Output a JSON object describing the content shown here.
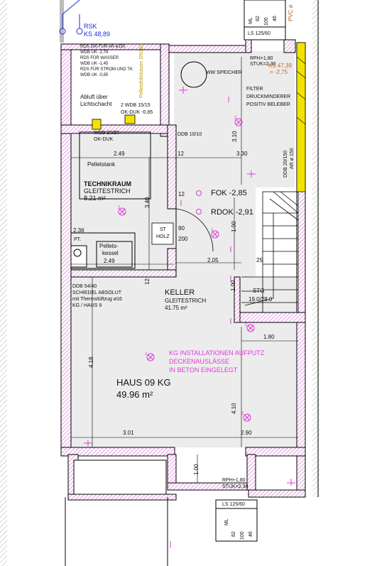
{
  "colors": {
    "wall_hatch": "#d874d8",
    "floor": "#ececec",
    "accent_magenta": "#e03ad8",
    "accent_blue": "#1a2dd8",
    "accent_brown": "#c0651a",
    "yellow": "#f2e200"
  },
  "top_left": {
    "rsk": "RSK",
    "ks": "KS 48,89"
  },
  "top_right": {
    "ml_label": "ML",
    "n82": "82",
    "n100": "100",
    "n46": "46",
    "ls": "LS 125/60",
    "pvc": "PVC ø"
  },
  "rds_notes": [
    "RDS 200 FÜR AR ø150",
    "WDB UK -2,78",
    "RDS FÜR WASSER",
    "WDB UK -1,45",
    "RDS FÜR STROM UND TK",
    "WDB UK -0,85"
  ],
  "pellet_nozzle": "Pelletsfüllstutzen DN100",
  "abluft": [
    "Abluft über",
    "Lichtschacht"
  ],
  "wdb_ok": "2 WDB 15/15",
  "ok_duk": "OK-DUK -0,85",
  "wdb25": [
    "WDB 25/25",
    "OK-DUK"
  ],
  "ddb10": "DDB 10/10",
  "rph_top": "RPH+1,80",
  "stuk_top": "STUK=2,30",
  "ks_top": [
    "KS 47,39",
    "= -2,75"
  ],
  "ww_speicher": "WW SPEICHER",
  "filter": [
    "FILTER",
    "DRUCKMINDERER",
    "POSITIV BELEBER"
  ],
  "ddb20": "DDB 20/150",
  "ar": "AR ø 150",
  "dims": {
    "d310": "3.10",
    "d330": "3.30",
    "d249a": "2.49",
    "d12a": "12",
    "d340": "3.40",
    "d12b": "12",
    "d100a": "1.00",
    "d90": "90",
    "d200": "200",
    "d236": "2.36",
    "d249b": "2.49",
    "d12c": "12",
    "d205": "2.05",
    "d25": "25",
    "d100b": "1.00",
    "d180": "1.80",
    "d418": "4.18",
    "d410": "4.10",
    "d301": "3.01",
    "d290": "2.90",
    "d100c": "1.00"
  },
  "technikraum": {
    "name": "TECHNIKRAUM",
    "floor": "GLEITESTRICH",
    "area": "8.21 m²"
  },
  "pelletstank": "Pelletstank",
  "st_holz": [
    "ST",
    "HOLZ"
  ],
  "fok": "FOK -2,85",
  "rdok": "RDOK -2,91",
  "pt": "PT.",
  "pelletskessel": [
    "Pellets-",
    "kessel"
  ],
  "ddb54": [
    "DDB 54/40",
    "SCHIEDEL ABSOLUT",
    "mit Thermolüftzug ø16",
    "KG / HAUS 9"
  ],
  "keller": {
    "name": "KELLER",
    "floor": "GLEITESTRICH",
    "area": "41.75 m²"
  },
  "stg": [
    "STG",
    "19.0/28.0"
  ],
  "kg_note": [
    "KG INSTALLATIONEN AUFPUTZ",
    "DECKENAUSLÄSSE",
    "IN BETON EINGELEGT"
  ],
  "haus": {
    "name": "HAUS 09 KG",
    "area": "49.96 m²"
  },
  "rph_bot": "RPH+1,80",
  "stuk_bot": "STUK=2,30",
  "ls_bot": "LS 125/60",
  "bottom_ml": {
    "ml": "ML",
    "n82": "82",
    "n100": "100",
    "n46": "46"
  },
  "light_symbol": "ⓧ",
  "light_count": "2"
}
